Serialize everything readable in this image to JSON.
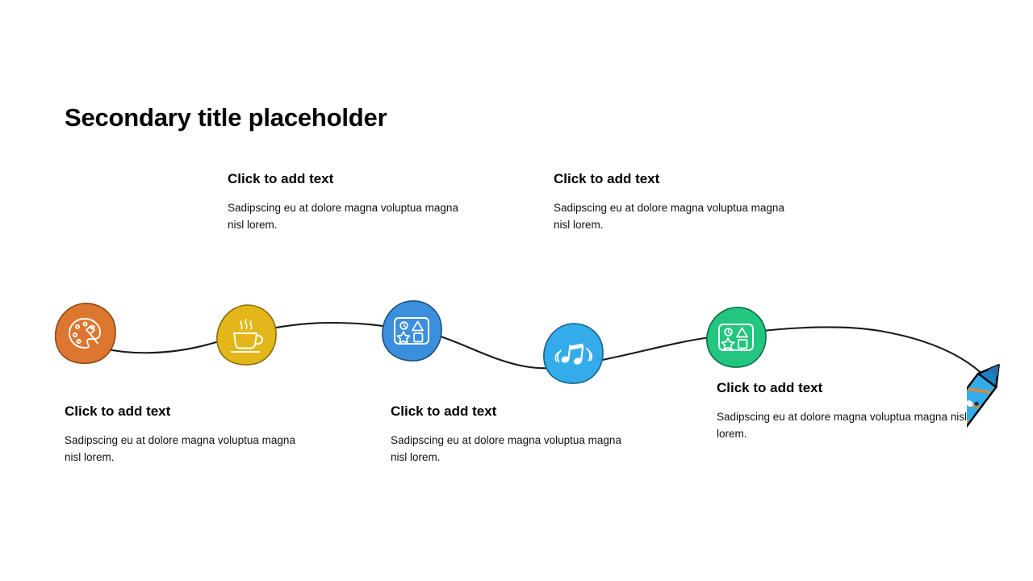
{
  "slide": {
    "title": "Secondary title placeholder",
    "background_color": "#ffffff",
    "text_color": "#000000"
  },
  "text_blocks": [
    {
      "id": "top-left",
      "heading": "Click to add text",
      "body": "Sadipscing eu at dolore magna voluptua magna nisl lorem."
    },
    {
      "id": "top-right",
      "heading": "Click to add text",
      "body": "Sadipscing eu at dolore magna voluptua magna nisl lorem."
    },
    {
      "id": "bottom-left",
      "heading": "Click to add text",
      "body": "Sadipscing eu at dolore magna voluptua magna nisl lorem."
    },
    {
      "id": "bottom-center",
      "heading": "Click to add text",
      "body": "Sadipscing eu at dolore magna voluptua magna nisl lorem."
    },
    {
      "id": "bottom-right",
      "heading": "Click to add text",
      "body": "Sadipscing eu at dolore magna voluptua magna nisl lorem."
    }
  ],
  "timeline": {
    "line_color": "#1a1a1a",
    "nodes": [
      {
        "id": "node-1",
        "icon": "palette-icon",
        "color": "#DD7730",
        "outline": "#8a4a17"
      },
      {
        "id": "node-2",
        "icon": "coffee-cup-icon",
        "color": "#E3B619",
        "outline": "#8a6d0c"
      },
      {
        "id": "node-3",
        "icon": "shapes-toy-icon",
        "color": "#3C8FDC",
        "outline": "#1b4f84"
      },
      {
        "id": "node-4",
        "icon": "music-notes-icon",
        "color": "#35ACEA",
        "outline": "#17618c"
      },
      {
        "id": "node-5",
        "icon": "shapes-toy-icon",
        "color": "#22C67E",
        "outline": "#0d6c44"
      }
    ],
    "end_marker": {
      "id": "pencil",
      "icon": "pencil-icon",
      "body_color": "#35ACEA",
      "tip_color": "#1F7FC4",
      "stripe_color": "#E08A34",
      "outline": "#000000"
    }
  }
}
